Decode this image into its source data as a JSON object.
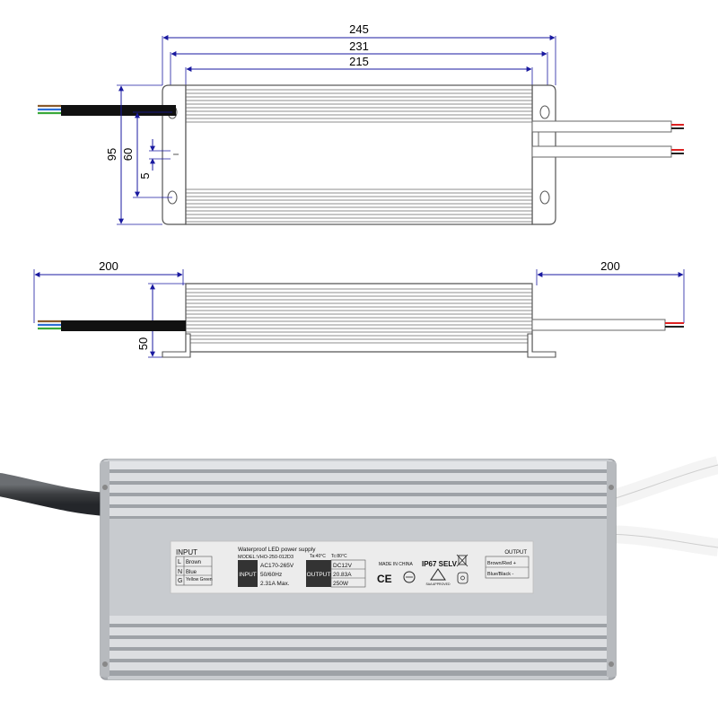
{
  "top_view": {
    "dims": {
      "overall": "245",
      "mounting": "231",
      "body": "215",
      "height": "95",
      "hole_spacing": "60",
      "slot": "5"
    }
  },
  "side_view": {
    "dims": {
      "input_cable": "200",
      "output_cable": "200",
      "height": "50"
    }
  },
  "label": {
    "input_title": "INPUT",
    "wiring": [
      {
        "pin": "L",
        "wire": "Brown"
      },
      {
        "pin": "N",
        "wire": "Blue"
      },
      {
        "pin": "G",
        "wire": "Yellow Green"
      }
    ],
    "product_title": "Waterproof LED power supply",
    "model": "MODEL:VHO-250-012D3",
    "ta": "Ta:40°C",
    "tc": "Tc:80°C",
    "input_tag": "INPUT",
    "input_specs": [
      "AC170-265V",
      "50/60Hz",
      "2.31A Max."
    ],
    "output_tag": "OUTPUT",
    "output_specs": [
      "DC12V",
      "20.83A",
      "250W"
    ],
    "made_in": "MADE IN CHINA",
    "rating": "IP67 SELV",
    "ce": "CE",
    "output_title": "OUTPUT",
    "output_wires": [
      "Brown/Red +",
      "Blue/Black -"
    ],
    "icon_caption": "SAA APPROVED"
  },
  "colors": {
    "line": "#555555",
    "dimension": "#1a1aa0",
    "housing": "#c9cbce",
    "label_bg": "#e8e8e8",
    "tag_bg": "#333333"
  }
}
